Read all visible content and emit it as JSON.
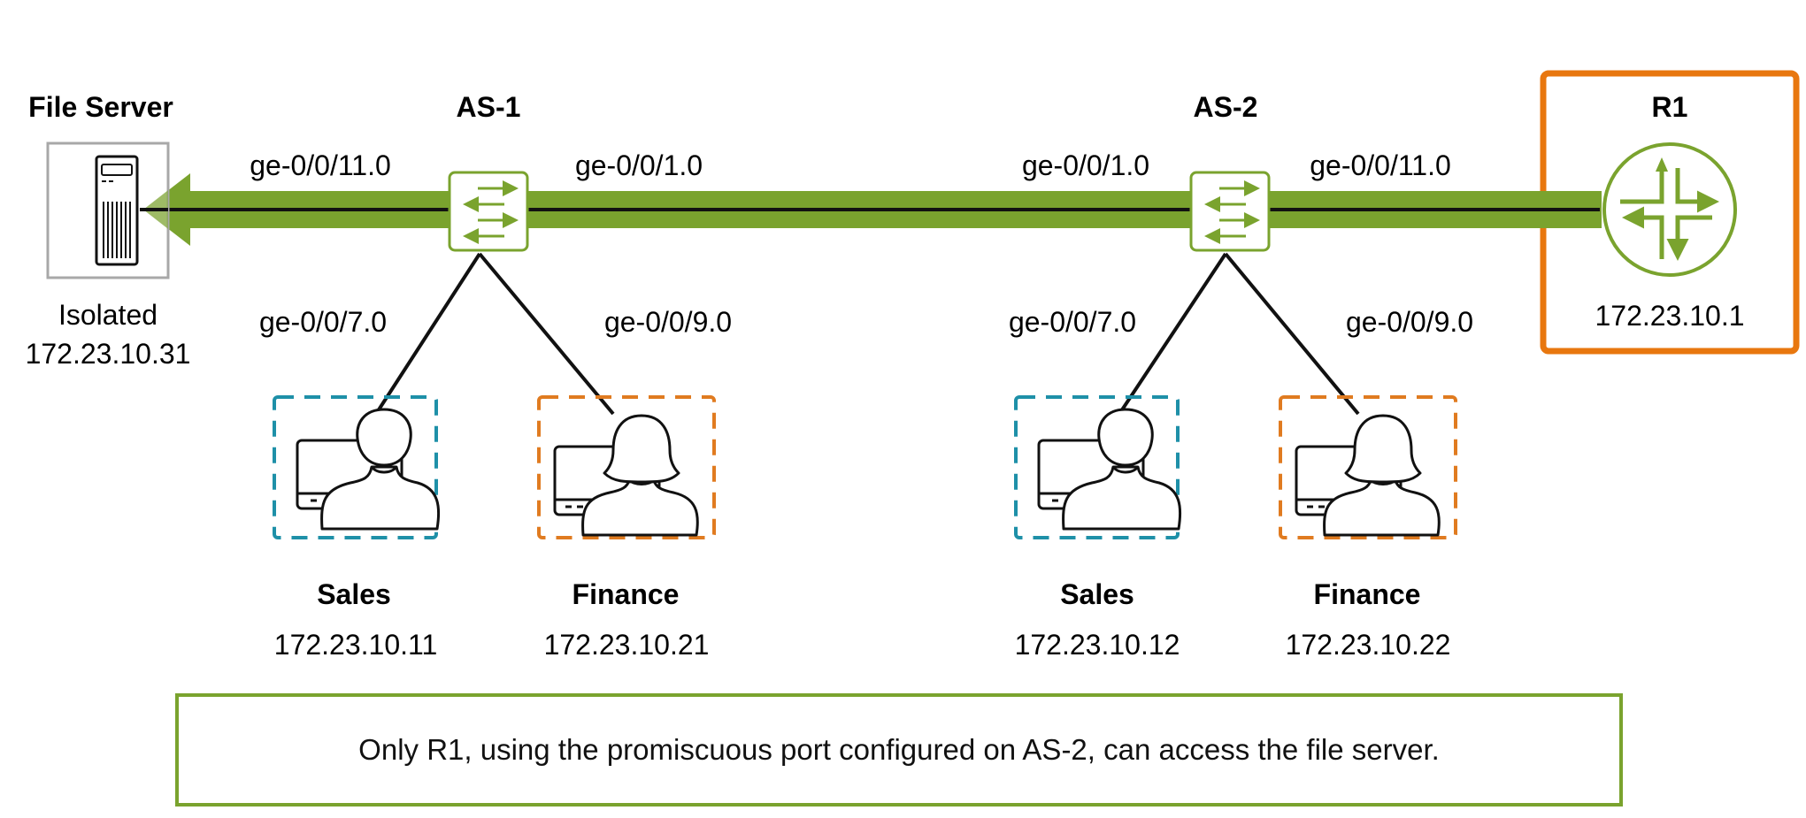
{
  "colors": {
    "link_green": "#7aa32e",
    "device_green": "#7aa32e",
    "sales_dashed": "#1e90a8",
    "finance_dashed": "#e07b20",
    "r1_highlight": "#e8770f",
    "server_frame": "#a8a8a8",
    "line_black": "#111111"
  },
  "devices": {
    "file_server": {
      "title": "File Server",
      "role": "Isolated",
      "ip": "172.23.10.31",
      "icon": "server-tower-icon"
    },
    "as1": {
      "title": "AS-1",
      "icon": "switch-icon",
      "ports": {
        "left": "ge-0/0/11.0",
        "right": "ge-0/0/1.0",
        "down_left": "ge-0/0/7.0",
        "down_right": "ge-0/0/9.0"
      }
    },
    "as2": {
      "title": "AS-2",
      "icon": "switch-icon",
      "ports": {
        "left": "ge-0/0/1.0",
        "right": "ge-0/0/11.0",
        "down_left": "ge-0/0/7.0",
        "down_right": "ge-0/0/9.0"
      }
    },
    "r1": {
      "title": "R1",
      "ip": "172.23.10.1",
      "icon": "router-icon"
    }
  },
  "hosts": [
    {
      "group": "Sales",
      "ip": "172.23.10.11",
      "icon": "male-user-workstation-icon",
      "switch": "AS-1"
    },
    {
      "group": "Finance",
      "ip": "172.23.10.21",
      "icon": "female-user-workstation-icon",
      "switch": "AS-1"
    },
    {
      "group": "Sales",
      "ip": "172.23.10.12",
      "icon": "male-user-workstation-icon",
      "switch": "AS-2"
    },
    {
      "group": "Finance",
      "ip": "172.23.10.22",
      "icon": "female-user-workstation-icon",
      "switch": "AS-2"
    }
  ],
  "note": "Only R1, using the promiscuous port configured on AS-2, can access the file server."
}
